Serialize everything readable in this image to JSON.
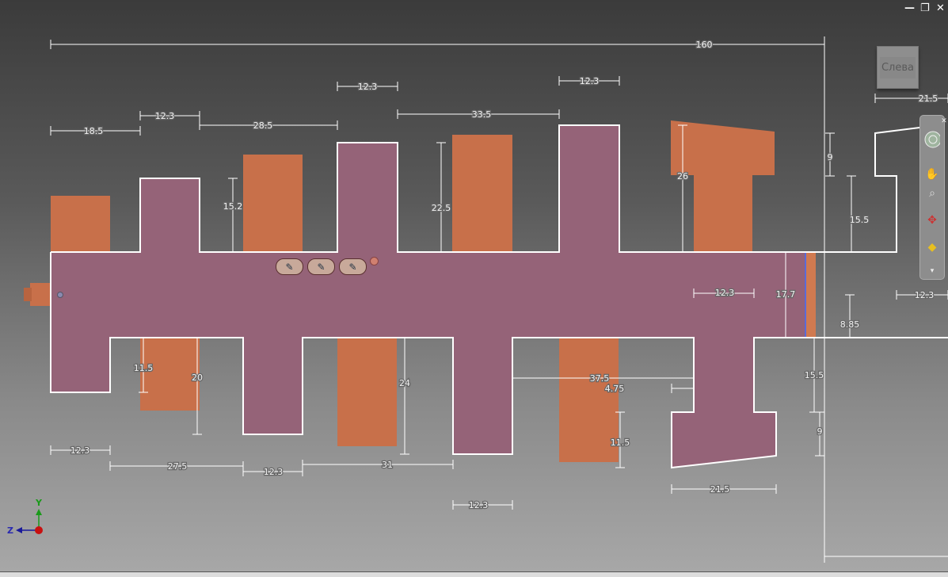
{
  "window_controls": {
    "minimize": "—",
    "restore": "❐",
    "close": "✕"
  },
  "viewcube": {
    "face_label": "Слева"
  },
  "navbar": {
    "items": [
      {
        "icon": "steering-wheel-icon"
      },
      {
        "icon": "pan-hand-icon"
      },
      {
        "icon": "zoom-icon"
      },
      {
        "icon": "orbit-icon"
      },
      {
        "icon": "look-at-icon"
      }
    ]
  },
  "sketch_toolbar": {
    "buttons": [
      {
        "icon": "edit-feature-icon"
      },
      {
        "icon": "edit-sketch-icon"
      },
      {
        "icon": "edit-sketch-2-icon"
      }
    ]
  },
  "axes": {
    "z_label": "Z",
    "y_label": "Y"
  },
  "colors": {
    "profile": "#956378",
    "part": "#c8704a",
    "line": "#ffffff"
  },
  "dimensions": [
    "160",
    "18.5",
    "12.3",
    "28.5",
    "12.3",
    "33.5",
    "12.3",
    "21.5",
    "15.2",
    "22.5",
    "26",
    "9",
    "15.5",
    "17.7",
    "12.3",
    "8.85",
    "12.3",
    "11.5",
    "20",
    "24",
    "37.5",
    "4.75",
    "11.5",
    "15.5",
    "9",
    "12.3",
    "27.5",
    "12.3",
    "31",
    "12.3",
    "21.5"
  ]
}
